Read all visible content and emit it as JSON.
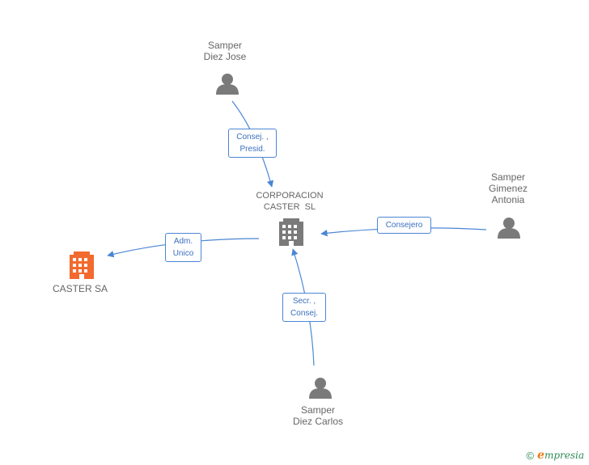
{
  "nodes": {
    "person_top": {
      "line1": "Samper",
      "line2": "Diez Jose"
    },
    "person_right": {
      "line1": "Samper",
      "line2": "Gimenez",
      "line3": "Antonia"
    },
    "person_bottom": {
      "line1": "Samper",
      "line2": "Diez Carlos"
    },
    "center_company": {
      "line1": "CORPORACION",
      "line2": "CASTER  SL"
    },
    "left_company": {
      "line1": "CASTER SA"
    }
  },
  "edges": {
    "top_to_center": {
      "line1": "Consej. ,",
      "line2": "Presid."
    },
    "right_to_center": {
      "line1": "Consejero"
    },
    "bottom_to_center": {
      "line1": "Secr. ,",
      "line2": "Consej."
    },
    "center_to_left": {
      "line1": "Adm.",
      "line2": "Unico"
    }
  },
  "colors": {
    "edge": "#4a86d4",
    "person_icon": "#7a7a7a",
    "company_icon": "#7a7a7a",
    "highlight_company_icon": "#f26a2e"
  },
  "icons": {
    "person": "person-icon",
    "company": "building-icon"
  },
  "watermark": {
    "copyright": "©",
    "brand_initial": "e",
    "brand_rest": "mpresia"
  }
}
